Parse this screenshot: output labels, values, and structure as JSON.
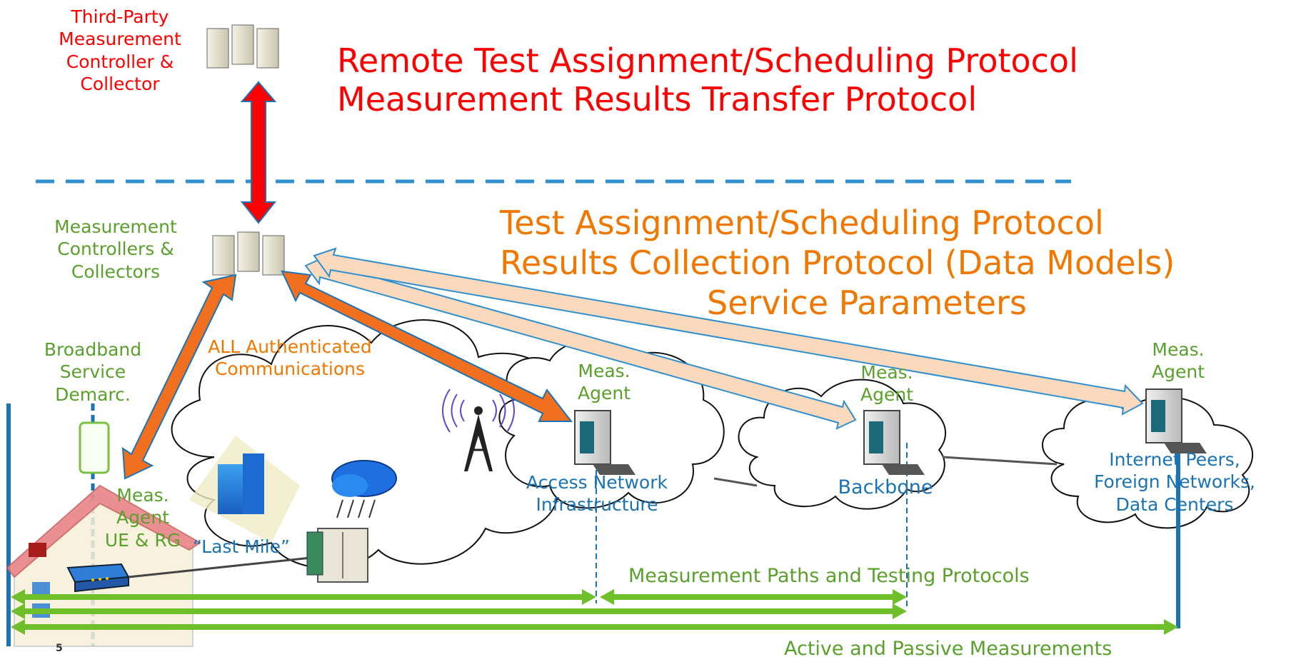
{
  "diagram": {
    "third_party": "Third-Party\nMeasurement\nController &\nCollector",
    "remote_protocols": "Remote Test Assignment/Scheduling Protocol\nMeasurement Results Transfer Protocol",
    "controllers": "Measurement\nControllers &\nCollectors",
    "local_protocols_1": "Test Assignment/Scheduling Protocol",
    "local_protocols_2": "Results Collection Protocol (Data Models)",
    "local_protocols_3": "Service Parameters",
    "demarc": "Broadband\nService\nDemarc.",
    "auth_comms": "ALL Authenticated\nCommunications",
    "agent_access": "Meas.\nAgent",
    "agent_backbone": "Meas.\nAgent",
    "agent_internet": "Meas.\nAgent",
    "agent_home": "Meas.\nAgent\nUE & RG",
    "access_network": "Access Network\nInfrastructure",
    "backbone": "Backbone",
    "internet": "Internet Peers,\nForeign Networks,\nData Centers",
    "last_mile": "“Last Mile”",
    "paths": "Measurement Paths and Testing Protocols",
    "active_passive": "Active and Passive Measurements",
    "page_number": "5"
  },
  "colors": {
    "remote": "#ff0000",
    "local": "#f07800",
    "agents": "#5aa02c",
    "networks": "#1a73b5",
    "paths": "#6fbf2a",
    "dashed_divider": "#2f8fcf"
  },
  "icons": [
    "server-cluster-icon",
    "desktop-computer-icon",
    "cell-tower-icon",
    "office-building-icon",
    "storm-cloud-icon",
    "residential-gateway-icon",
    "street-cabinet-icon",
    "house-icon",
    "telephone-icon"
  ]
}
